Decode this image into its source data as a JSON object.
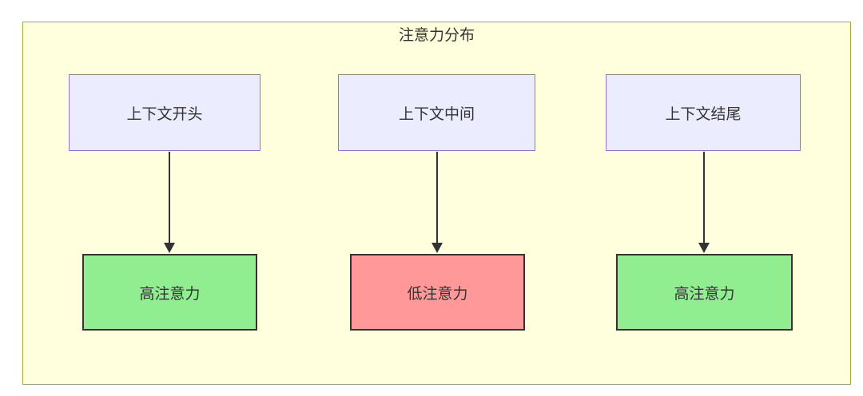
{
  "diagram": {
    "title": "注意力分布",
    "container": {
      "fill": "#ffffde",
      "border": "#aaaa33"
    },
    "top_nodes": [
      {
        "label": "上下文开头",
        "fill": "#ECECFF",
        "border": "#9370DB"
      },
      {
        "label": "上下文中间",
        "fill": "#ECECFF",
        "border": "#9370DB"
      },
      {
        "label": "上下文结尾",
        "fill": "#ECECFF",
        "border": "#9370DB"
      }
    ],
    "bottom_nodes": [
      {
        "label": "高注意力",
        "fill": "#90EE90",
        "border": "#333333"
      },
      {
        "label": "低注意力",
        "fill": "#FF9999",
        "border": "#333333"
      },
      {
        "label": "高注意力",
        "fill": "#90EE90",
        "border": "#333333"
      }
    ],
    "edges": [
      {
        "from": "上下文开头",
        "to": "高注意力"
      },
      {
        "from": "上下文中间",
        "to": "低注意力"
      },
      {
        "from": "上下文结尾",
        "to": "高注意力"
      }
    ],
    "colors": {
      "arrow": "#333333",
      "text": "#333333",
      "high_attention": "#90EE90",
      "low_attention": "#FF9999"
    }
  }
}
